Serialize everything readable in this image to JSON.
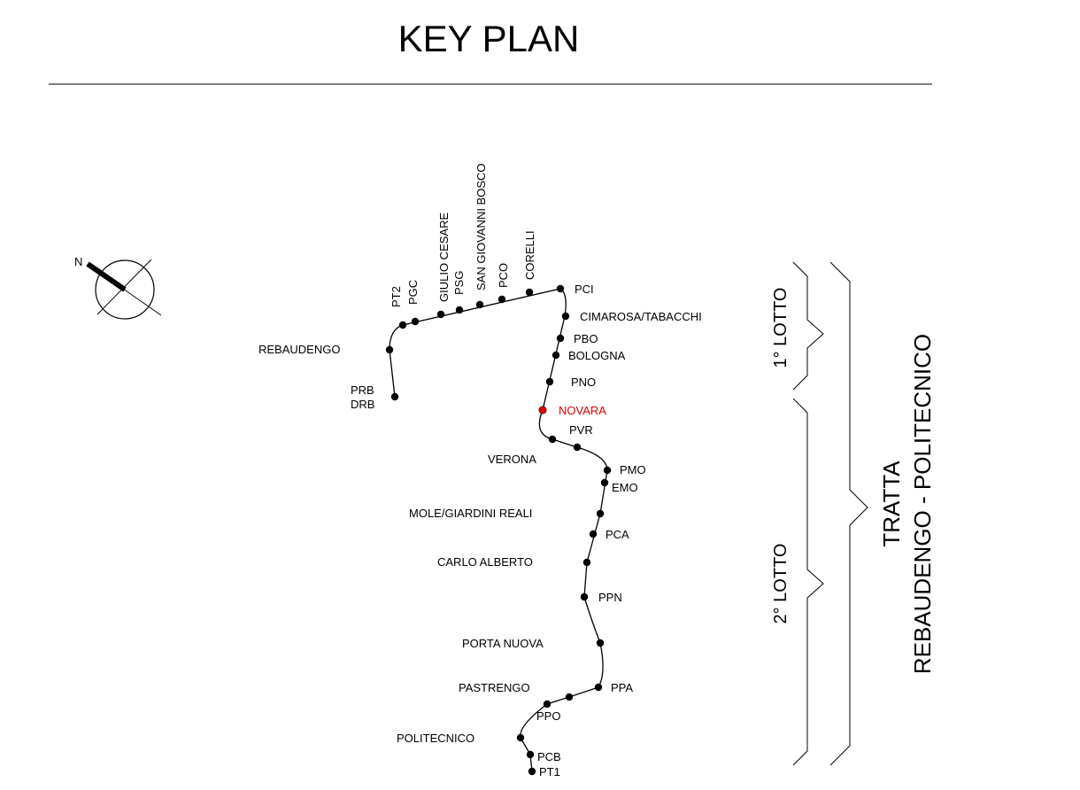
{
  "title": "KEY PLAN",
  "north_label": "N",
  "stations": [
    {
      "id": "prb-drb",
      "label": "PRB",
      "label2": "DRB"
    },
    {
      "id": "rebaudengo",
      "label": "REBAUDENGO"
    },
    {
      "id": "pt2",
      "label": "PT2"
    },
    {
      "id": "pgc",
      "label": "PGC"
    },
    {
      "id": "giulio-cesare",
      "label": "GIULIO CESARE"
    },
    {
      "id": "psg",
      "label": "PSG"
    },
    {
      "id": "san-giovanni-bosco",
      "label": "SAN GIOVANNI BOSCO"
    },
    {
      "id": "pco",
      "label": "PCO"
    },
    {
      "id": "corelli",
      "label": "CORELLI"
    },
    {
      "id": "pci",
      "label": "PCI"
    },
    {
      "id": "cimarosa-tabacchi",
      "label": "CIMAROSA/TABACCHI"
    },
    {
      "id": "pbo",
      "label": "PBO"
    },
    {
      "id": "bologna",
      "label": "BOLOGNA"
    },
    {
      "id": "pno",
      "label": "PNO"
    },
    {
      "id": "novara",
      "label": "NOVARA",
      "highlight": true
    },
    {
      "id": "pvr",
      "label": "PVR"
    },
    {
      "id": "verona",
      "label": "VERONA"
    },
    {
      "id": "pmo",
      "label": "PMO"
    },
    {
      "id": "emo",
      "label": "EMO"
    },
    {
      "id": "mole-giardini-reali",
      "label": "MOLE/GIARDINI REALI"
    },
    {
      "id": "pca",
      "label": "PCA"
    },
    {
      "id": "carlo-alberto",
      "label": "CARLO ALBERTO"
    },
    {
      "id": "ppn",
      "label": "PPN"
    },
    {
      "id": "porta-nuova",
      "label": "PORTA NUOVA"
    },
    {
      "id": "ppa",
      "label": "PPA"
    },
    {
      "id": "pastrengo",
      "label": "PASTRENGO"
    },
    {
      "id": "ppo",
      "label": "PPO"
    },
    {
      "id": "politecnico",
      "label": "POLITECNICO"
    },
    {
      "id": "pcb",
      "label": "PCB"
    },
    {
      "id": "pt1",
      "label": "PT1"
    }
  ],
  "lotto1": "1° LOTTO",
  "lotto2": "2° LOTTO",
  "tratta_line1": "TRATTA",
  "tratta_line2": "REBAUDENGO - POLITECNICO",
  "colors": {
    "line": "#000000",
    "station": "#000000",
    "highlight": "#e00000"
  }
}
